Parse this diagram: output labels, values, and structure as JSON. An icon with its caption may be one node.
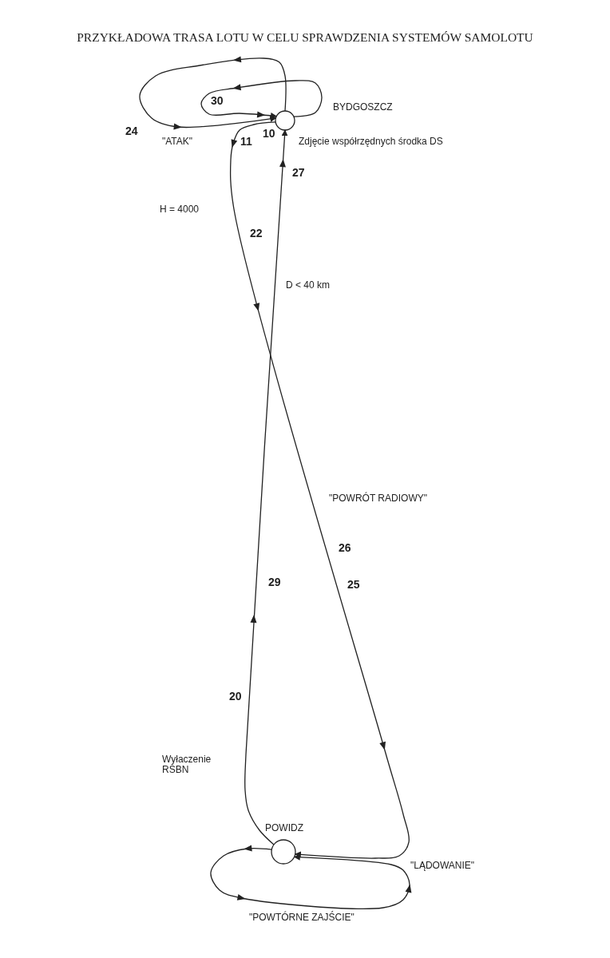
{
  "diagram": {
    "title": "PRZYKŁADOWA TRASA LOTU W CELU SPRAWDZENIA SYSTEMÓW SAMOLOTU",
    "nodes": [
      {
        "text": [],
        "shape": "circle",
        "beside": [
          "BYDGOSZCZ",
          "Zdjęcie współrzędnych środka DS"
        ]
      },
      {
        "text": [],
        "shape": "circle",
        "beside": [
          "POWIDZ"
        ]
      }
    ],
    "edges": [
      {
        "from": 0,
        "to": 1,
        "arrow": "to"
      },
      {
        "from": 1,
        "to": 1,
        "arrow": "to"
      },
      {
        "from": 1,
        "to": 0,
        "arrow": "to"
      },
      {
        "from": 0,
        "to": 0,
        "arrow": "to"
      },
      {
        "from": 0,
        "to": 0,
        "arrow": "to"
      }
    ],
    "labels": [
      "30",
      "24",
      "\"ATAK\"",
      "11",
      "10",
      "27",
      "H = 4000",
      "22",
      "D < 40 km",
      "\"POWRÓT RADIOWY\"",
      "26",
      "29",
      "25",
      "20",
      "Wyłaczenie RSBN",
      "\"LĄDOWANIE\"",
      "\"POWTÓRNE ZAJŚCIE\""
    ]
  }
}
